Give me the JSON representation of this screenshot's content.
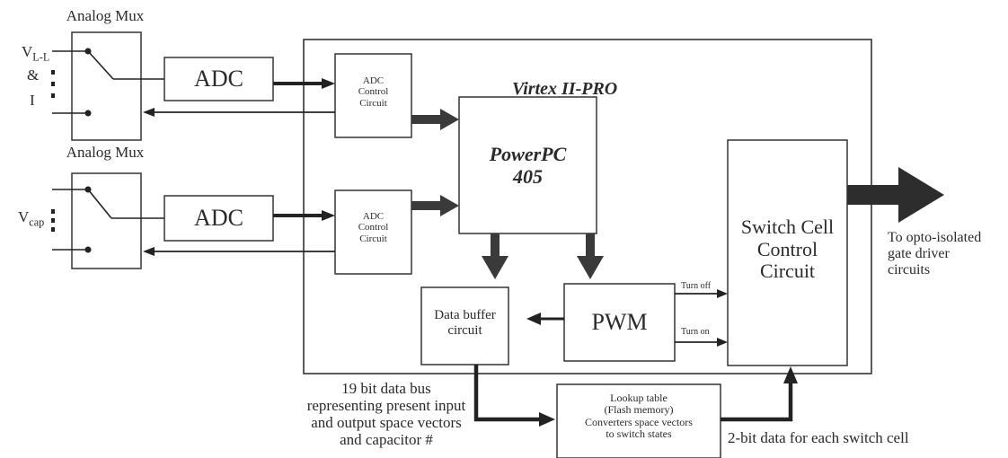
{
  "mux_top": {
    "title": "Analog Mux",
    "input_label": "V",
    "input_sub": "L-L",
    "and_label": "&",
    "current_label": "I"
  },
  "mux_bottom": {
    "title": "Analog Mux",
    "input_label": "V",
    "input_sub": "cap"
  },
  "adc_top": {
    "label": "ADC"
  },
  "adc_bottom": {
    "label": "ADC"
  },
  "adc_ctrl_top": {
    "label": "ADC\nControl\nCircuit"
  },
  "adc_ctrl_bottom": {
    "label": "ADC\nControl\nCircuit"
  },
  "fpga": {
    "label": "Virtex II-PRO"
  },
  "powerpc": {
    "label": "PowerPC\n405"
  },
  "data_buffer": {
    "label": "Data buffer\ncircuit"
  },
  "pwm": {
    "label": "PWM",
    "turn_off": "Turn off",
    "turn_on": "Turn on"
  },
  "switch_cell": {
    "label": "Switch Cell\nControl\nCircuit"
  },
  "output": {
    "label": "To opto-isolated\ngate driver\ncircuits"
  },
  "lookup": {
    "label": "Lookup table\n(Flash memory)\nConverters space vectors\nto switch states"
  },
  "bus_note": {
    "label": "19 bit data bus\nrepresenting present input\nand output space vectors\nand capacitor #"
  },
  "two_bit_note": {
    "label": "2-bit data for each switch cell"
  }
}
